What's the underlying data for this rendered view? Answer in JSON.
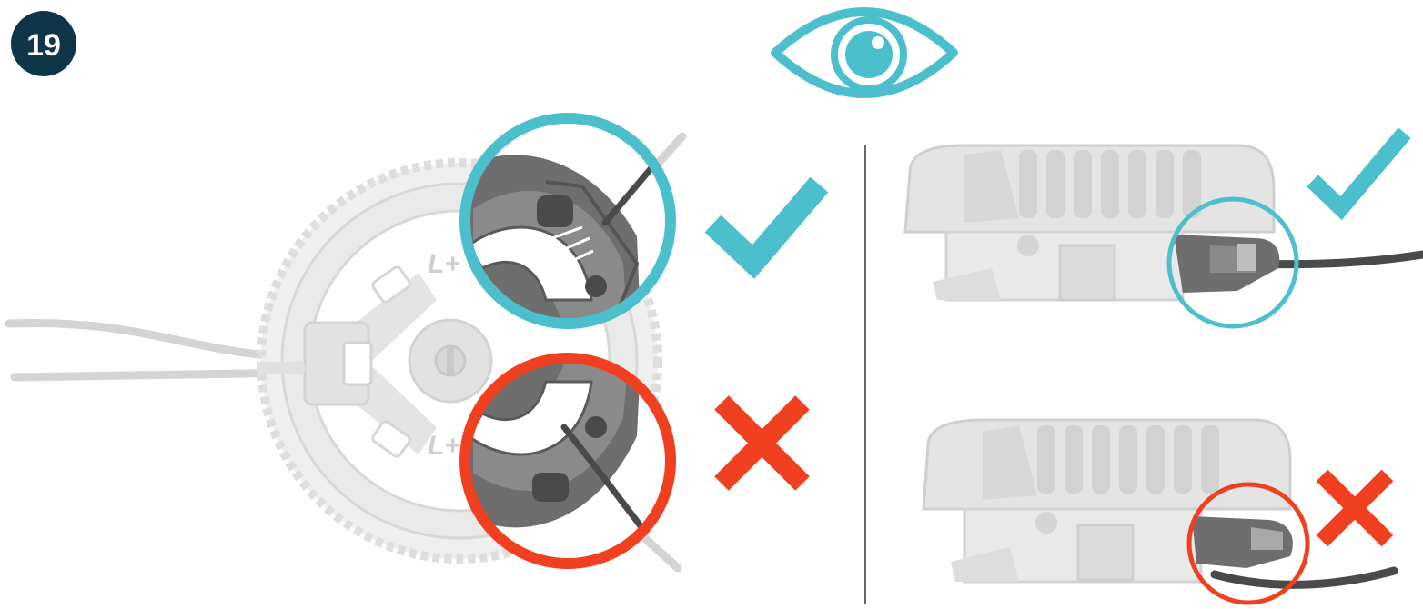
{
  "step": {
    "number": "19"
  },
  "icons": {
    "header": "eye-icon",
    "correct": "checkmark-icon",
    "incorrect": "cross-icon"
  },
  "spool": {
    "side_label": "L+"
  },
  "colors": {
    "badge": "#0e3548",
    "correct": "#4bbfcb",
    "incorrect": "#f0401f",
    "line": "#4a4a4a",
    "faded": "#dcdcdc",
    "divider": "#333333"
  },
  "panels": [
    {
      "name": "spool-panel",
      "examples": [
        {
          "status": "correct"
        },
        {
          "status": "incorrect"
        }
      ]
    },
    {
      "name": "head-panel",
      "examples": [
        {
          "status": "correct"
        },
        {
          "status": "incorrect"
        }
      ]
    }
  ]
}
